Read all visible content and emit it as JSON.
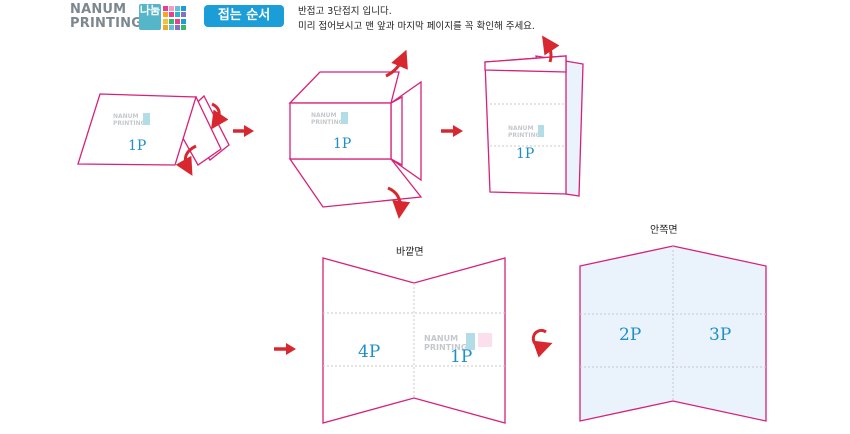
{
  "logo": {
    "line1": "NANUM",
    "line2": "PRINTING",
    "hangul": "나눔",
    "dot_colors": [
      "#e8408f",
      "#f39ac7",
      "#5fc2d8",
      "#1b9ed8",
      "#f5a623",
      "#e8408f",
      "#2fb7c9",
      "#8a6fbf",
      "#f6c13a",
      "#39b86a",
      "#e8408f",
      "#1b9ed8",
      "#f5a623",
      "#5fc2d8",
      "#8a6fbf",
      "#39b86a"
    ]
  },
  "header": {
    "badge": "접는 순서",
    "line1": "반접고 3단접지 입니다.",
    "line2": "미리 접어보시고 맨 앞과 마지막 페이지를 꼭 확인해 주세요."
  },
  "steps": {
    "step1_page": "1P",
    "step2_page": "1P",
    "step3_page": "1P",
    "outer_label": "바깥면",
    "outer_left_page": "4P",
    "outer_right_page": "1P",
    "inner_label": "안쪽면",
    "inner_left_page": "2P",
    "inner_right_page": "3P"
  },
  "colors": {
    "outline": "#d6217a",
    "arrow": "#d8282f",
    "page_number": "#1e8fc7",
    "inner_fill": "#eaf3fb"
  }
}
